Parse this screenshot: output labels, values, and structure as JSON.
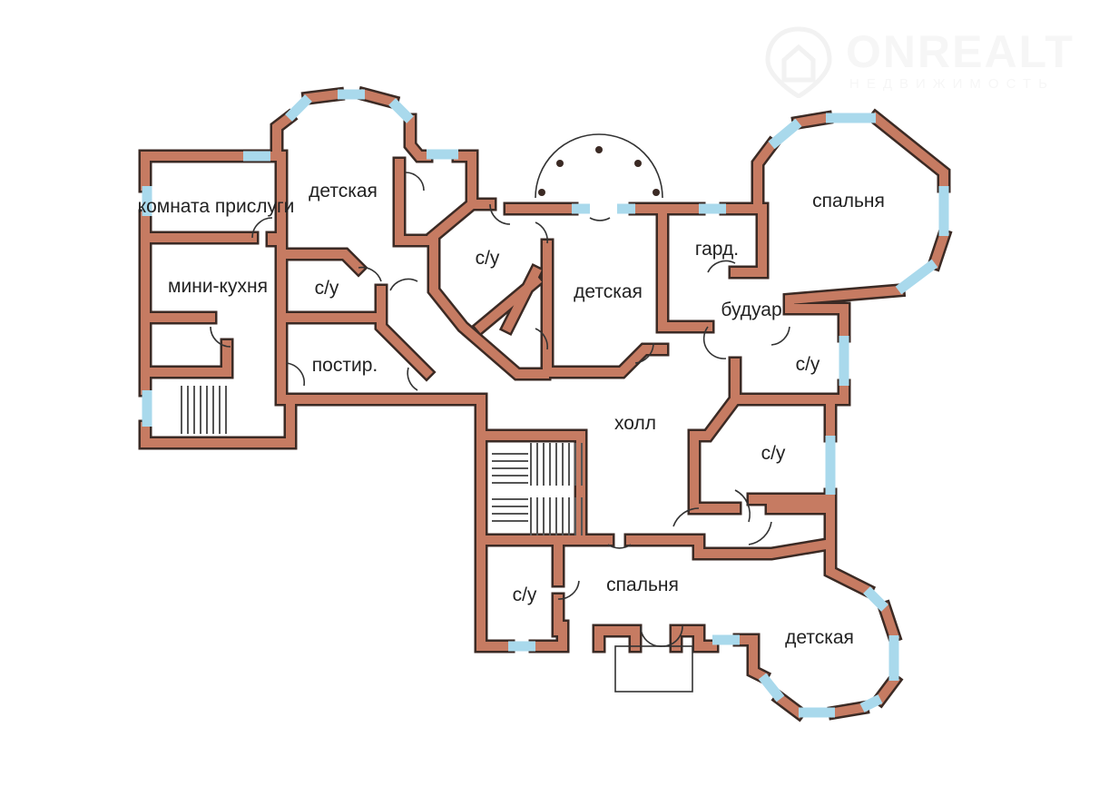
{
  "watermark": {
    "title": "ONREALT",
    "subtitle": "НЕДВИЖИМОСТЬ"
  },
  "colors": {
    "wall": "#c67b62",
    "outline": "#3b2a24",
    "window": "#a9d9ec"
  },
  "rooms": [
    {
      "label": "комната прислуги"
    },
    {
      "label": "детская"
    },
    {
      "label": "мини-кухня"
    },
    {
      "label": "с/у"
    },
    {
      "label": "постир."
    },
    {
      "label": "с/у"
    },
    {
      "label": "детская"
    },
    {
      "label": "гард."
    },
    {
      "label": "спальня"
    },
    {
      "label": "будуар"
    },
    {
      "label": "с/у"
    },
    {
      "label": "холл"
    },
    {
      "label": "с/у"
    },
    {
      "label": "с/у"
    },
    {
      "label": "спальня"
    },
    {
      "label": "детская"
    }
  ]
}
